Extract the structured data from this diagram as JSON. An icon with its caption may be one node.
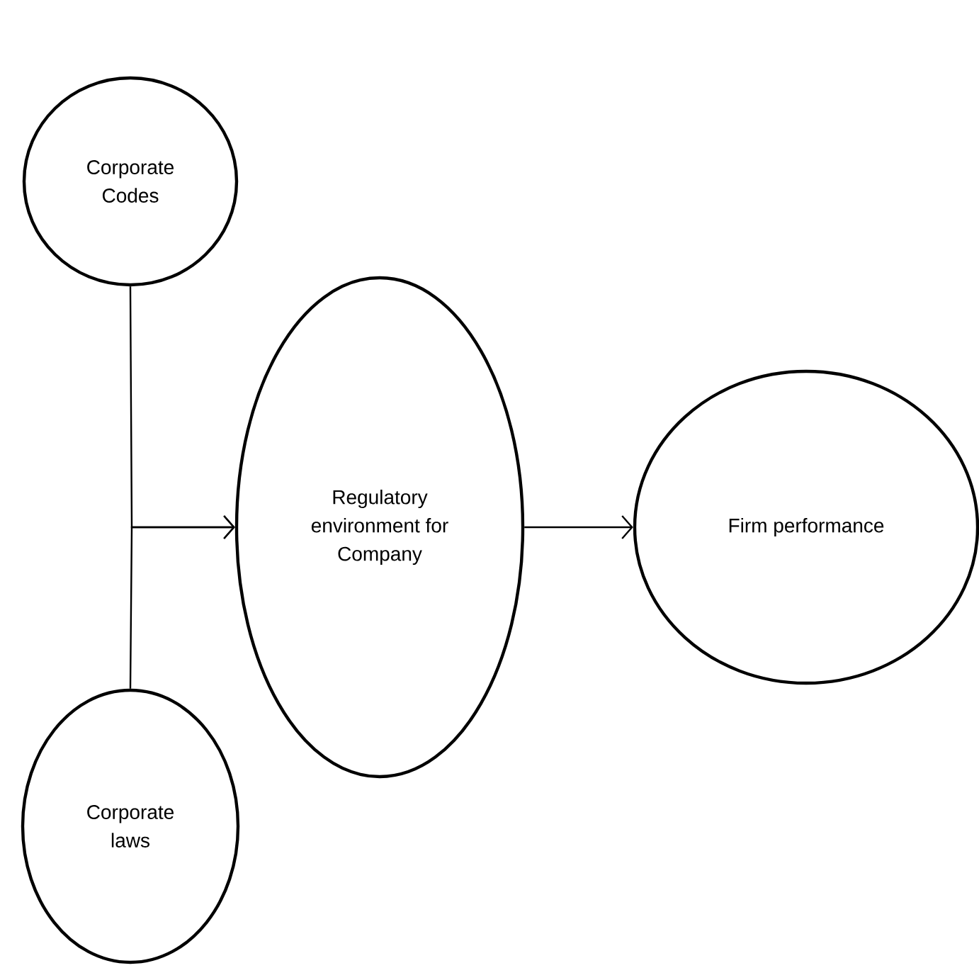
{
  "diagram": {
    "nodes": [
      {
        "text": [
          "Corporate Codes"
        ]
      },
      {
        "text": [
          "Corporate laws"
        ]
      },
      {
        "text": [
          "Regulatory environment for Company"
        ]
      },
      {
        "text": [
          "Firm performance"
        ]
      }
    ],
    "edges": [
      {
        "from": 0,
        "to": 2,
        "arrow": "to"
      },
      {
        "from": 1,
        "to": 2,
        "arrow": "to"
      },
      {
        "from": 2,
        "to": 3,
        "arrow": "to"
      }
    ]
  }
}
